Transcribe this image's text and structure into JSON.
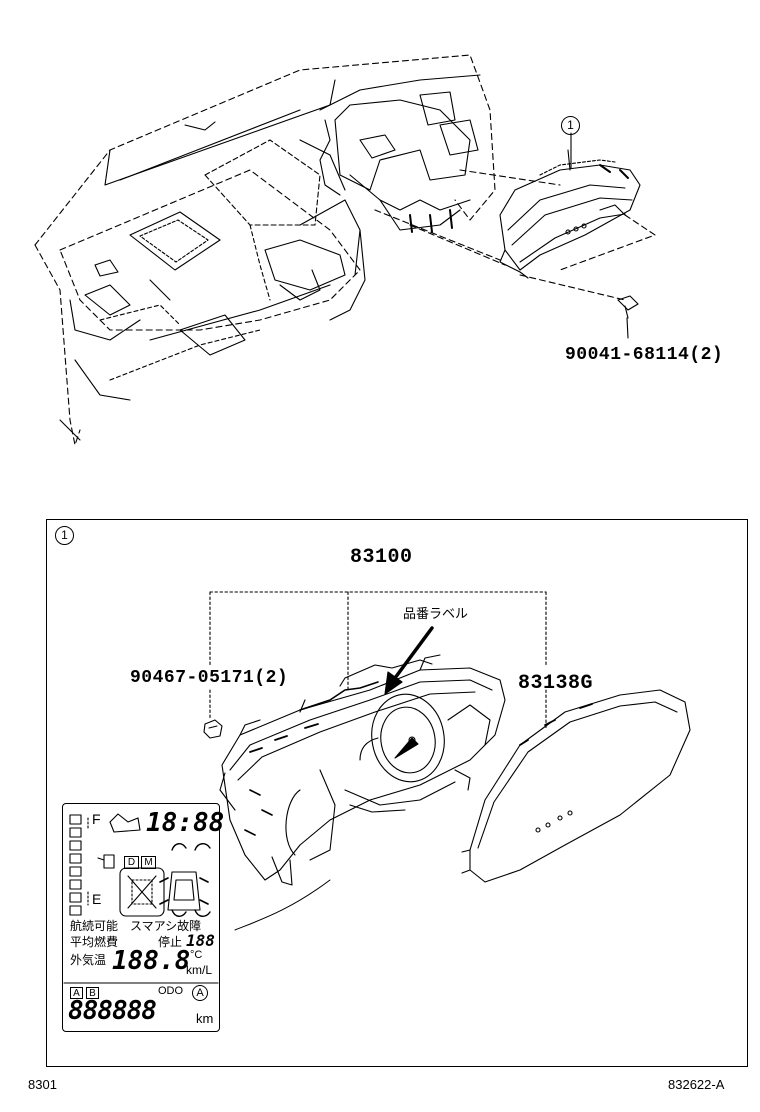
{
  "callout_number": "1",
  "parts": {
    "bolt": "90041-68114(2)",
    "meter_assembly": "83100",
    "bulb": "90467-05171(2)",
    "glass": "83138G",
    "label_note": "品番ラベル"
  },
  "lcd": {
    "fuel_full": "F",
    "fuel_empty": "E",
    "clock": "18:88",
    "shift_d": "D",
    "shift_m": "M",
    "range_label": "航続可能",
    "smart_fault": "スマアシ故障",
    "avg_fuel_label": "平均燃費",
    "stop_label": "停止",
    "stop_digits": "188",
    "outside_temp_label": "外気温",
    "temp_digits": "188.8",
    "temp_unit": "°C",
    "economy_unit": "km/L",
    "trip_a": "A",
    "trip_b": "B",
    "odo_label": "ODO",
    "auto_symbol": "A",
    "odo_digits": "888888",
    "odo_unit": "km"
  },
  "footer": {
    "left_code": "8301",
    "right_code": "832622-A"
  }
}
